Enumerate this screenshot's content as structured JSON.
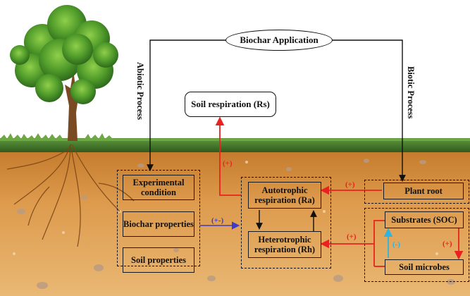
{
  "top_node": "Biochar Application",
  "output_node": "Soil respiration (Rs)",
  "left_branch": "Abiotic Process",
  "right_branch": "Biotic Process",
  "factors": {
    "experimental": "Experimental condition",
    "biochar": "Biochar properties",
    "soil": "Soil properties"
  },
  "respiration": {
    "autotrophic": "Autotrophic respiration (Ra)",
    "heterotrophic": "Heterotrophic respiration (Rh)"
  },
  "biotic": {
    "plant_root": "Plant root",
    "substrates": "Substrates (SOC)",
    "microbes": "Soil microbes"
  },
  "signs": {
    "to_rs": "(+)",
    "root_to_ra": "(+)",
    "biochar_to_resp": "(+-)",
    "to_rh": "(+)",
    "microbes_to_soc": "(-)",
    "soc_to_microbes": "(+)"
  },
  "colors": {
    "positive": "#e8231f",
    "mixed": "#3c3cc8",
    "negative": "#2bb5e0",
    "connector": "#111111"
  }
}
